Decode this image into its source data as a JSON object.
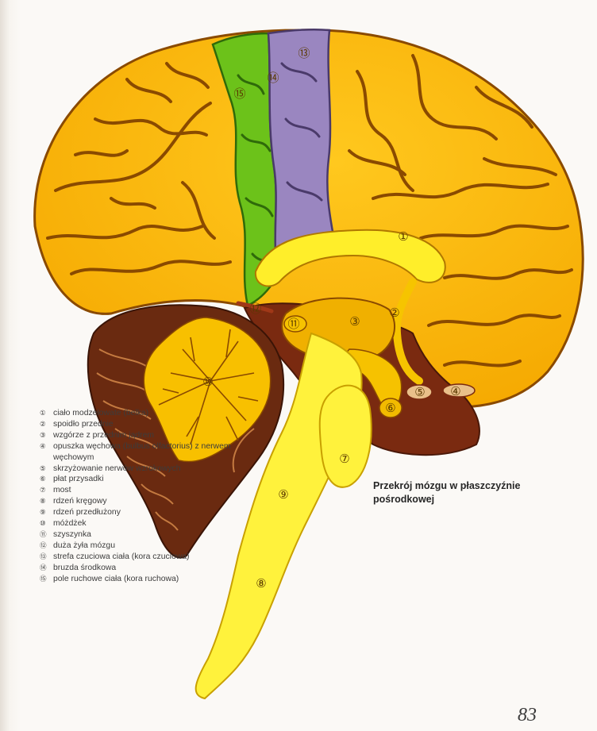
{
  "caption": "Przekrój mózgu w płaszczyźnie pośrodkowej",
  "page_number": "83",
  "diagram_markers": [
    "①",
    "②",
    "③",
    "④",
    "⑤",
    "⑥",
    "⑦",
    "⑧",
    "⑨",
    "⑩",
    "⑪",
    "⑫",
    "⑬",
    "⑭",
    "⑮"
  ],
  "legend": [
    {
      "num": "①",
      "label": "ciało modzelowate (belka)"
    },
    {
      "num": "②",
      "label": "spoidło przednie"
    },
    {
      "num": "③",
      "label": "wzgórze z przednim jądrem"
    },
    {
      "num": "④",
      "label": "opuszka węchowa (bulbus olfactorius) z nerwem węchowym"
    },
    {
      "num": "⑤",
      "label": "skrzyżowanie nerwów wzrokowych"
    },
    {
      "num": "⑥",
      "label": "płat przysadki"
    },
    {
      "num": "⑦",
      "label": "most"
    },
    {
      "num": "⑧",
      "label": "rdzeń kręgowy"
    },
    {
      "num": "⑨",
      "label": "rdzeń przedłużony"
    },
    {
      "num": "⑩",
      "label": "móżdżek"
    },
    {
      "num": "⑪",
      "label": "szyszynka"
    },
    {
      "num": "⑫",
      "label": "duża żyła mózgu"
    },
    {
      "num": "⑬",
      "label": "strefa czuciowa ciała (kora czuciowa)"
    },
    {
      "num": "⑭",
      "label": "bruzda środkowa"
    },
    {
      "num": "⑮",
      "label": "pole ruchowe ciała (kora ruchowa)"
    }
  ],
  "colors": {
    "cortex": "#f5a800",
    "cortex_light": "#ffc81e",
    "sulcus": "#8a4a00",
    "motor_strip": "#6cc21a",
    "sensory_strip": "#9a86c0",
    "corpus_callosum": "#ffee2a",
    "brainstem": "#fff23c",
    "diencephalon": "#f0b000",
    "dark_tissue": "#7a2a10",
    "cerebellum": "#f8c000",
    "cerebellum_folia": "#6a2a10"
  }
}
